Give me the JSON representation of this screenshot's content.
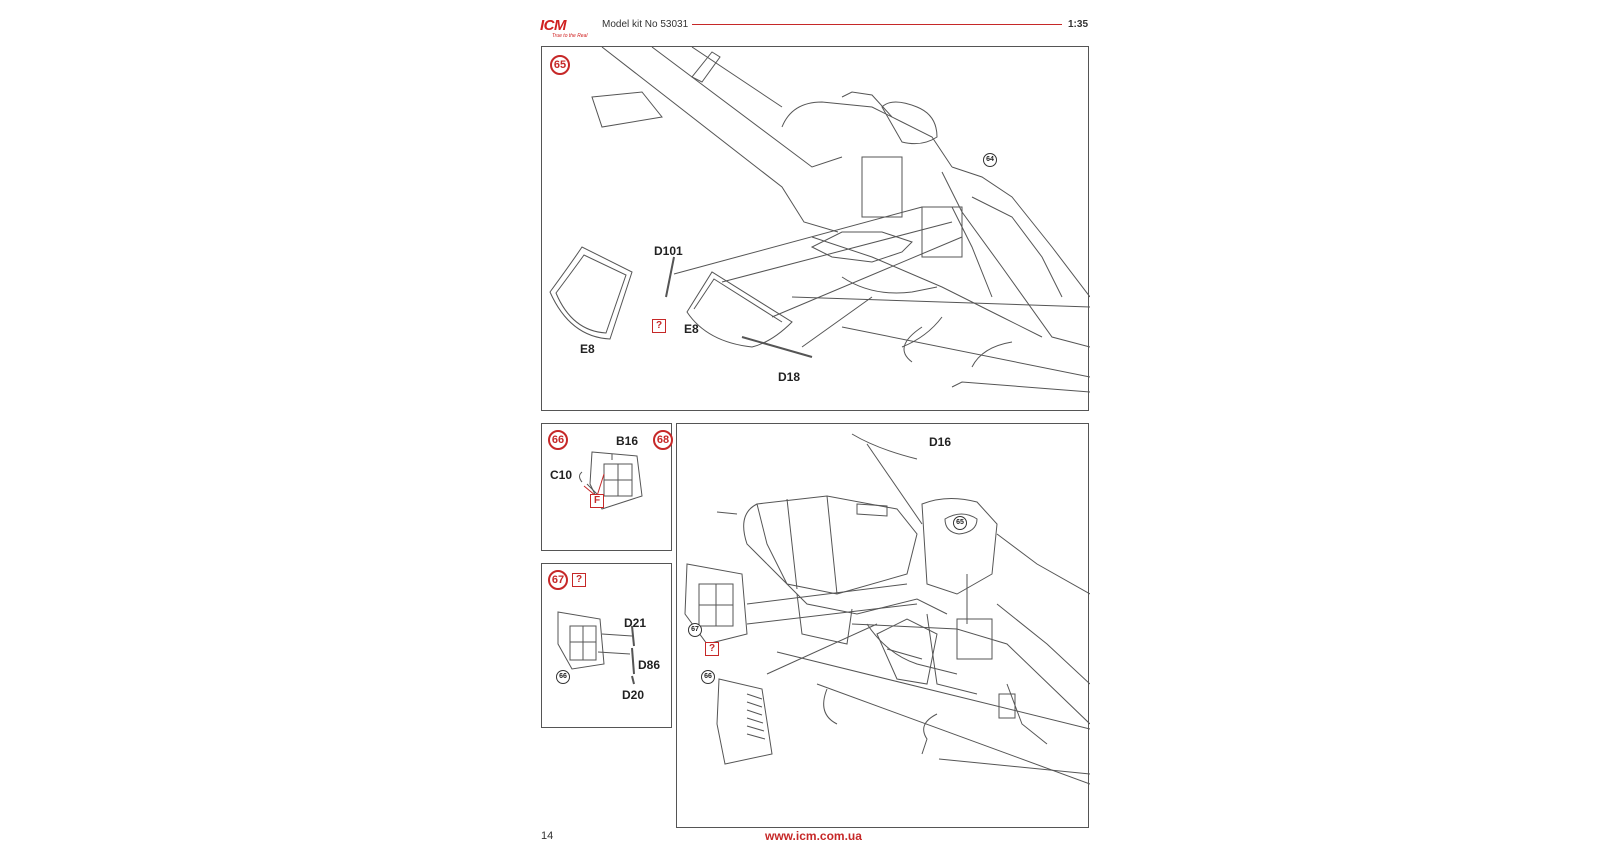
{
  "header": {
    "logo_text": "ICM",
    "logo_tagline": "True to the Real",
    "kit_title": "Model kit No 53031",
    "scale": "1:35"
  },
  "steps": {
    "s65": {
      "number": "65",
      "question": "?",
      "ref": "64",
      "parts": {
        "d101": "D101",
        "e8_left": "E8",
        "e8_right": "E8",
        "d18": "D18"
      }
    },
    "s66": {
      "number": "66",
      "question": "F",
      "parts": {
        "b16": "B16",
        "c10": "C10"
      }
    },
    "s67": {
      "number": "67",
      "question": "?",
      "ref": "66",
      "parts": {
        "d21": "D21",
        "d86": "D86",
        "d20": "D20"
      }
    },
    "s68": {
      "number": "68",
      "question": "?",
      "ref_65": "65",
      "ref_67": "67",
      "ref_66": "66",
      "parts": {
        "d16": "D16"
      }
    }
  },
  "footer": {
    "page_number": "14",
    "website": "www.icm.com.ua"
  },
  "colors": {
    "accent": "#c62828",
    "line": "#555555"
  }
}
